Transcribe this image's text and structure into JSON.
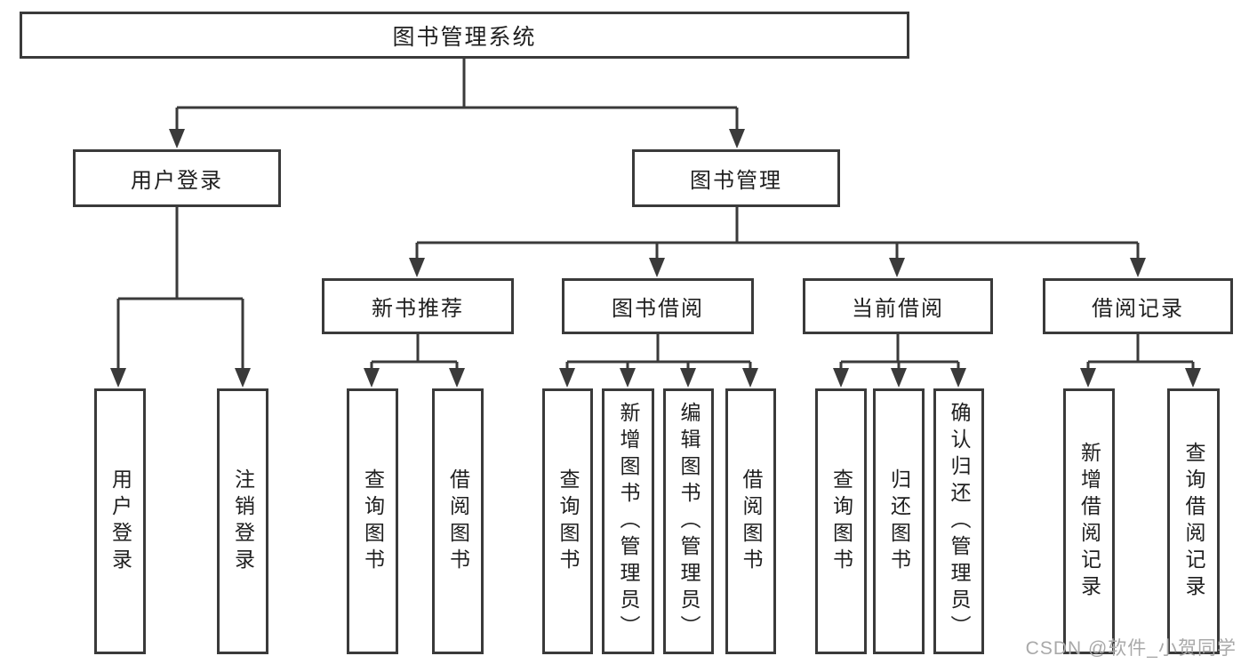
{
  "diagram": {
    "type": "tree",
    "root": {
      "label": "图书管理系统"
    },
    "branches": [
      {
        "id": "user-login",
        "label": "用户登录"
      },
      {
        "id": "book-management",
        "label": "图书管理"
      }
    ],
    "modules": [
      {
        "id": "new-book-recommend",
        "label": "新书推荐",
        "parent": "图书管理"
      },
      {
        "id": "book-borrow",
        "label": "图书借阅",
        "parent": "图书管理"
      },
      {
        "id": "current-borrow",
        "label": "当前借阅",
        "parent": "图书管理"
      },
      {
        "id": "borrow-records",
        "label": "借阅记录",
        "parent": "图书管理"
      }
    ],
    "leaves": [
      {
        "label": "用户登录",
        "parent": "用户登录"
      },
      {
        "label": "注销登录",
        "parent": "用户登录"
      },
      {
        "label": "查询图书",
        "parent": "新书推荐"
      },
      {
        "label": "借阅图书",
        "parent": "新书推荐"
      },
      {
        "label": "查询图书",
        "parent": "图书借阅"
      },
      {
        "label": "新增图书（管理员）",
        "parent": "图书借阅"
      },
      {
        "label": "编辑图书（管理员）",
        "parent": "图书借阅"
      },
      {
        "label": "借阅图书",
        "parent": "图书借阅"
      },
      {
        "label": "查询图书",
        "parent": "当前借阅"
      },
      {
        "label": "归还图书",
        "parent": "当前借阅"
      },
      {
        "label": "确认归还（管理员）",
        "parent": "当前借阅"
      },
      {
        "label": "新增借阅记录",
        "parent": "借阅记录"
      },
      {
        "label": "查询借阅记录",
        "parent": "借阅记录"
      }
    ],
    "colors": {
      "line": "#3a3a3a",
      "text": "#1f1f1f",
      "watermark_text": "#a9a9a9",
      "background": "#ffffff"
    }
  },
  "watermark": {
    "text": "CSDN @软件_小贺同学"
  }
}
